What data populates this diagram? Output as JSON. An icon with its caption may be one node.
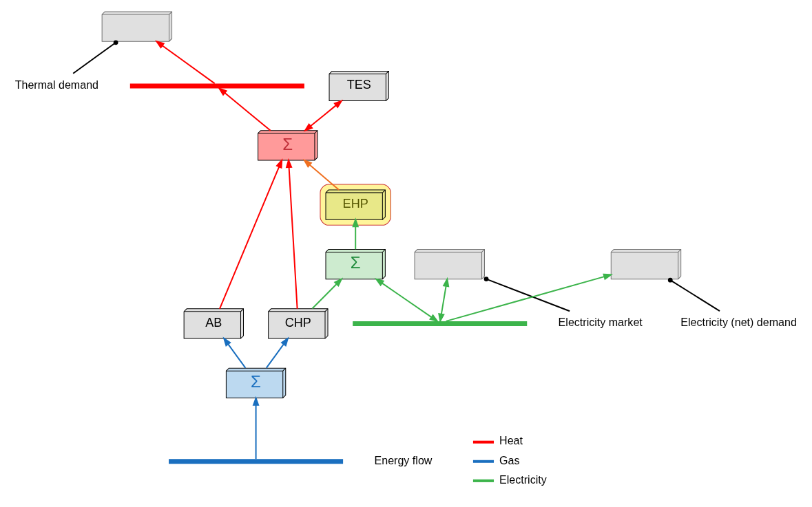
{
  "diagram": {
    "nodes": [
      {
        "text": [
          "Thermal demand"
        ]
      },
      {
        "text": [],
        "shape": "box"
      },
      {
        "text": [
          "Electricity market"
        ]
      },
      {
        "text": [],
        "shape": "box"
      },
      {
        "text": [
          "Electricity (net) demand"
        ]
      },
      {
        "text": [],
        "shape": "box"
      },
      {
        "text": [],
        "shape": "ellipse"
      },
      {
        "text": [
          "EHP"
        ],
        "in": 6
      },
      {
        "text": [
          "Σ"
        ]
      },
      {
        "text": [
          "TES"
        ]
      },
      {
        "text": [
          "Σ"
        ]
      },
      {
        "text": [
          "CHP"
        ]
      },
      {
        "text": [
          "AB"
        ]
      },
      {
        "text": [
          "Σ"
        ]
      },
      {
        "text": [],
        "shape": "bar"
      },
      {
        "text": [],
        "shape": "bar"
      },
      {
        "text": [],
        "shape": "bar"
      }
    ],
    "edges": [
      {
        "from": 0,
        "to": 1,
        "arrow": "other",
        "color": "#000000"
      },
      {
        "from": 2,
        "to": 3,
        "arrow": "other",
        "color": "#000000"
      },
      {
        "from": 4,
        "to": 5,
        "arrow": "other",
        "color": "#000000"
      },
      {
        "from": 14,
        "to": 1,
        "arrow": "to",
        "color": "#ff0000"
      },
      {
        "from": 8,
        "to": 14,
        "arrow": "to",
        "color": "#ff0000"
      },
      {
        "from": 7,
        "to": 8,
        "arrow": "to",
        "color": "#f07020"
      },
      {
        "from": 8,
        "to": 9,
        "arrow": "both",
        "color": "#ff0000"
      },
      {
        "from": 11,
        "to": 8,
        "arrow": "to",
        "color": "#ff0000"
      },
      {
        "from": 12,
        "to": 8,
        "arrow": "to",
        "color": "#ff0000"
      },
      {
        "from": 15,
        "to": 3,
        "arrow": "both",
        "color": "#3cb44b"
      },
      {
        "from": 15,
        "to": 10,
        "arrow": "both",
        "color": "#3cb44b"
      },
      {
        "from": 15,
        "to": 5,
        "arrow": "to",
        "color": "#3cb44b"
      },
      {
        "from": 10,
        "to": 7,
        "arrow": "to",
        "color": "#3cb44b"
      },
      {
        "from": 11,
        "to": 10,
        "arrow": "to",
        "color": "#3cb44b"
      },
      {
        "from": 13,
        "to": 11,
        "arrow": "to",
        "color": "#1a6fbf"
      },
      {
        "from": 13,
        "to": 12,
        "arrow": "to",
        "color": "#1a6fbf"
      },
      {
        "from": 16,
        "to": 13,
        "arrow": "to",
        "color": "#1a6fbf"
      }
    ],
    "labels": [
      "Energy flow"
    ],
    "legend": [
      {
        "text": "Heat"
      },
      {
        "text": "Gas"
      },
      {
        "text": "Electricity"
      }
    ]
  }
}
